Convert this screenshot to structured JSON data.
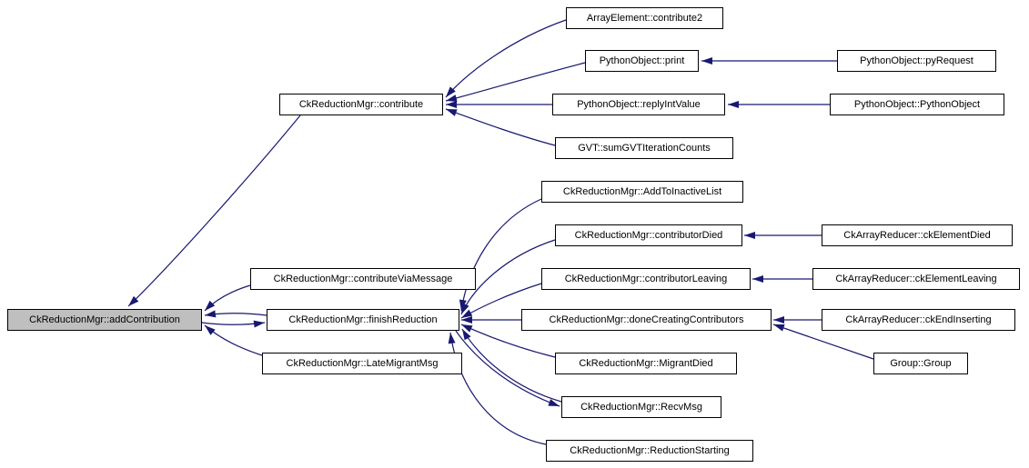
{
  "diagram": {
    "type": "caller-graph",
    "background_color": "#ffffff",
    "node_fill_color": "#ffffff",
    "node_border_color": "#000000",
    "highlight_fill_color": "#bfbfbf",
    "edge_color": "#191970",
    "nodes": [
      {
        "id": "addContribution",
        "label": "CkReductionMgr::addContribution",
        "highlighted": true
      },
      {
        "id": "contribute",
        "label": "CkReductionMgr::contribute",
        "highlighted": false
      },
      {
        "id": "contribute2",
        "label": "ArrayElement::contribute2",
        "highlighted": false
      },
      {
        "id": "print",
        "label": "PythonObject::print",
        "highlighted": false
      },
      {
        "id": "pyRequest",
        "label": "PythonObject::pyRequest",
        "highlighted": false
      },
      {
        "id": "replyIntValue",
        "label": "PythonObject::replyIntValue",
        "highlighted": false
      },
      {
        "id": "PythonObject",
        "label": "PythonObject::PythonObject",
        "highlighted": false
      },
      {
        "id": "sumGVTIterationCounts",
        "label": "GVT::sumGVTIterationCounts",
        "highlighted": false
      },
      {
        "id": "AddToInactiveList",
        "label": "CkReductionMgr::AddToInactiveList",
        "highlighted": false
      },
      {
        "id": "contributorDied",
        "label": "CkReductionMgr::contributorDied",
        "highlighted": false
      },
      {
        "id": "ckElementDied",
        "label": "CkArrayReducer::ckElementDied",
        "highlighted": false
      },
      {
        "id": "contributorLeaving",
        "label": "CkReductionMgr::contributorLeaving",
        "highlighted": false
      },
      {
        "id": "ckElementLeaving",
        "label": "CkArrayReducer::ckElementLeaving",
        "highlighted": false
      },
      {
        "id": "contributeViaMessage",
        "label": "CkReductionMgr::contributeViaMessage",
        "highlighted": false
      },
      {
        "id": "finishReduction",
        "label": "CkReductionMgr::finishReduction",
        "highlighted": false
      },
      {
        "id": "doneCreatingContributors",
        "label": "CkReductionMgr::doneCreatingContributors",
        "highlighted": false
      },
      {
        "id": "ckEndInserting",
        "label": "CkArrayReducer::ckEndInserting",
        "highlighted": false
      },
      {
        "id": "LateMigrantMsg",
        "label": "CkReductionMgr::LateMigrantMsg",
        "highlighted": false
      },
      {
        "id": "MigrantDied",
        "label": "CkReductionMgr::MigrantDied",
        "highlighted": false
      },
      {
        "id": "GroupGroup",
        "label": "Group::Group",
        "highlighted": false
      },
      {
        "id": "RecvMsg",
        "label": "CkReductionMgr::RecvMsg",
        "highlighted": false
      },
      {
        "id": "ReductionStarting",
        "label": "CkReductionMgr::ReductionStarting",
        "highlighted": false
      }
    ],
    "edges": [
      {
        "from": "CkReductionMgr::contribute",
        "to": "CkReductionMgr::addContribution"
      },
      {
        "from": "ArrayElement::contribute2",
        "to": "CkReductionMgr::contribute"
      },
      {
        "from": "PythonObject::print",
        "to": "CkReductionMgr::contribute"
      },
      {
        "from": "PythonObject::replyIntValue",
        "to": "CkReductionMgr::contribute"
      },
      {
        "from": "GVT::sumGVTIterationCounts",
        "to": "CkReductionMgr::contribute"
      },
      {
        "from": "PythonObject::pyRequest",
        "to": "PythonObject::print"
      },
      {
        "from": "PythonObject::PythonObject",
        "to": "PythonObject::replyIntValue"
      },
      {
        "from": "CkReductionMgr::contributeViaMessage",
        "to": "CkReductionMgr::addContribution"
      },
      {
        "from": "CkReductionMgr::finishReduction",
        "to": "CkReductionMgr::addContribution"
      },
      {
        "from": "CkReductionMgr::addContribution",
        "to": "CkReductionMgr::finishReduction"
      },
      {
        "from": "CkReductionMgr::LateMigrantMsg",
        "to": "CkReductionMgr::addContribution"
      },
      {
        "from": "CkReductionMgr::AddToInactiveList",
        "to": "CkReductionMgr::finishReduction"
      },
      {
        "from": "CkReductionMgr::contributorDied",
        "to": "CkReductionMgr::finishReduction"
      },
      {
        "from": "CkReductionMgr::contributorLeaving",
        "to": "CkReductionMgr::finishReduction"
      },
      {
        "from": "CkReductionMgr::doneCreatingContributors",
        "to": "CkReductionMgr::finishReduction"
      },
      {
        "from": "CkReductionMgr::MigrantDied",
        "to": "CkReductionMgr::finishReduction"
      },
      {
        "from": "CkReductionMgr::RecvMsg",
        "to": "CkReductionMgr::finishReduction"
      },
      {
        "from": "CkReductionMgr::finishReduction",
        "to": "CkReductionMgr::RecvMsg"
      },
      {
        "from": "CkReductionMgr::ReductionStarting",
        "to": "CkReductionMgr::finishReduction"
      },
      {
        "from": "CkArrayReducer::ckElementDied",
        "to": "CkReductionMgr::contributorDied"
      },
      {
        "from": "CkArrayReducer::ckElementLeaving",
        "to": "CkReductionMgr::contributorLeaving"
      },
      {
        "from": "CkArrayReducer::ckEndInserting",
        "to": "CkReductionMgr::doneCreatingContributors"
      },
      {
        "from": "Group::Group",
        "to": "CkReductionMgr::doneCreatingContributors"
      }
    ]
  }
}
